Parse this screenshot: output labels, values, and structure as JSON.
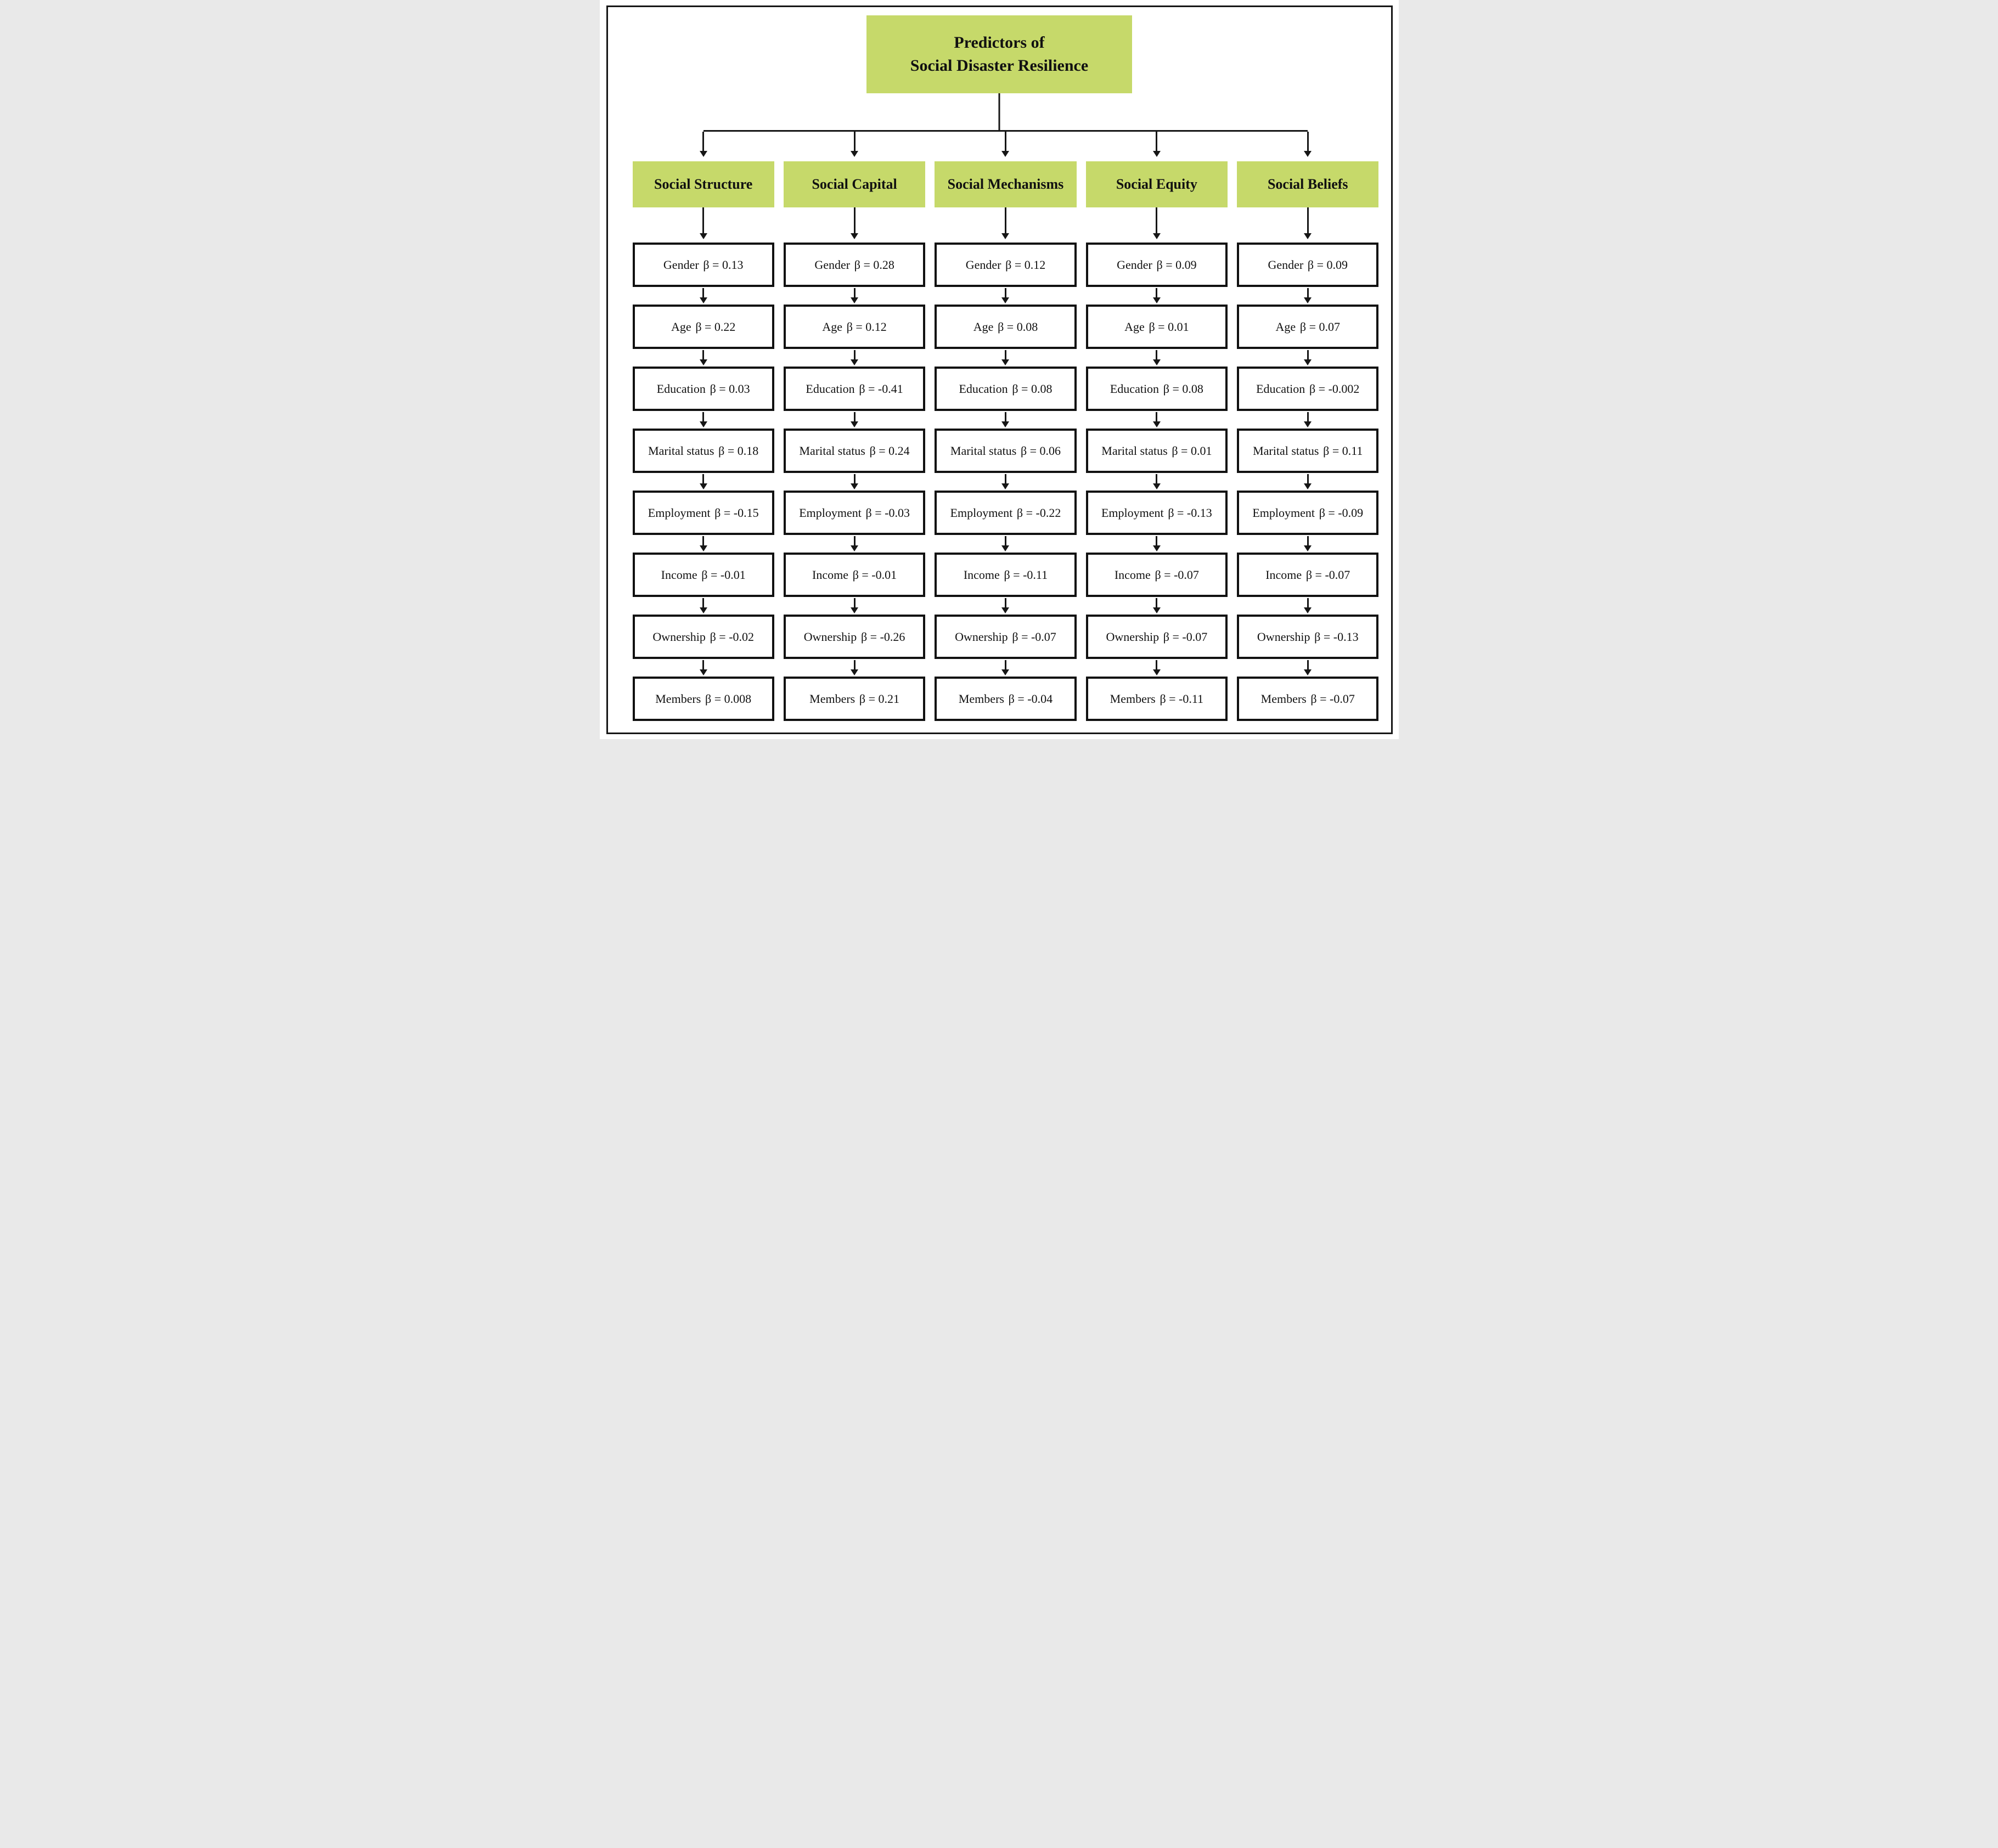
{
  "title": {
    "line1": "Predictors of",
    "line2": "Social Disaster Resilience"
  },
  "colors": {
    "header_fill": "#c6d96a",
    "line": "#161616",
    "box_border": "#111111",
    "page_bg": "#ffffff"
  },
  "columns": [
    {
      "header": "Social Structure",
      "items": [
        {
          "name": "Gender",
          "beta": "β = 0.13"
        },
        {
          "name": "Age",
          "beta": "β = 0.22"
        },
        {
          "name": "Education",
          "beta": "β = 0.03"
        },
        {
          "name": "Marital status",
          "beta": "β = 0.18"
        },
        {
          "name": "Employment",
          "beta": "β = -0.15"
        },
        {
          "name": "Income",
          "beta": "β = -0.01"
        },
        {
          "name": "Ownership",
          "beta": "β = -0.02"
        },
        {
          "name": "Members",
          "beta": "β = 0.008"
        }
      ]
    },
    {
      "header": "Social Capital",
      "items": [
        {
          "name": "Gender",
          "beta": "β = 0.28"
        },
        {
          "name": "Age",
          "beta": "β = 0.12"
        },
        {
          "name": "Education",
          "beta": "β = -0.41"
        },
        {
          "name": "Marital status",
          "beta": "β = 0.24"
        },
        {
          "name": "Employment",
          "beta": "β = -0.03"
        },
        {
          "name": "Income",
          "beta": "β = -0.01"
        },
        {
          "name": "Ownership",
          "beta": "β = -0.26"
        },
        {
          "name": "Members",
          "beta": "β = 0.21"
        }
      ]
    },
    {
      "header": "Social Mechanisms",
      "items": [
        {
          "name": "Gender",
          "beta": "β = 0.12"
        },
        {
          "name": "Age",
          "beta": "β = 0.08"
        },
        {
          "name": "Education",
          "beta": "β = 0.08"
        },
        {
          "name": "Marital status",
          "beta": "β = 0.06"
        },
        {
          "name": "Employment",
          "beta": "β = -0.22"
        },
        {
          "name": "Income",
          "beta": "β = -0.11"
        },
        {
          "name": "Ownership",
          "beta": "β = -0.07"
        },
        {
          "name": "Members",
          "beta": "β = -0.04"
        }
      ]
    },
    {
      "header": "Social Equity",
      "items": [
        {
          "name": "Gender",
          "beta": "β = 0.09"
        },
        {
          "name": "Age",
          "beta": "β = 0.01"
        },
        {
          "name": "Education",
          "beta": "β = 0.08"
        },
        {
          "name": "Marital status",
          "beta": "β = 0.01"
        },
        {
          "name": "Employment",
          "beta": "β = -0.13"
        },
        {
          "name": "Income",
          "beta": "β = -0.07"
        },
        {
          "name": "Ownership",
          "beta": "β = -0.07"
        },
        {
          "name": "Members",
          "beta": "β = -0.11"
        }
      ]
    },
    {
      "header": "Social Beliefs",
      "items": [
        {
          "name": "Gender",
          "beta": "β = 0.09"
        },
        {
          "name": "Age",
          "beta": "β = 0.07"
        },
        {
          "name": "Education",
          "beta": "β = -0.002"
        },
        {
          "name": "Marital status",
          "beta": "β = 0.11"
        },
        {
          "name": "Employment",
          "beta": "β = -0.09"
        },
        {
          "name": "Income",
          "beta": "β = -0.07"
        },
        {
          "name": "Ownership",
          "beta": "β = -0.13"
        },
        {
          "name": "Members",
          "beta": "β = -0.07"
        }
      ]
    }
  ]
}
